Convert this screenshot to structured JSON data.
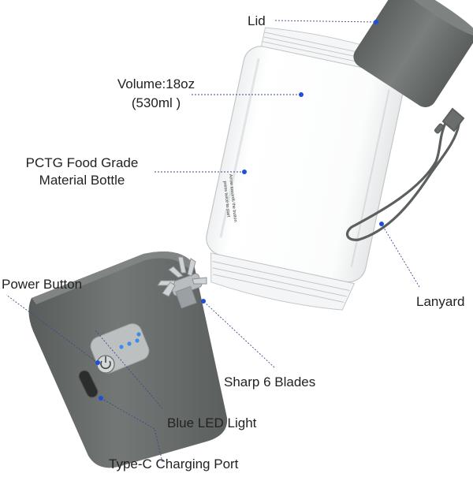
{
  "labels": {
    "lid": "Lid",
    "volume_line1": "Volume:18oz",
    "volume_line2": "(530ml )",
    "bottle_line1": "PCTG Food Grade",
    "bottle_line2": "Material Bottle",
    "power_button": "Power Button",
    "lanyard": "Lanyard",
    "blades": "Sharp 6 Blades",
    "led": "Blue LED Light",
    "charging_port": "Type-C Charging Port"
  },
  "bottle_print": {
    "line1": "Arrow towards the button",
    "line2": "press twice to start"
  },
  "colors": {
    "body_gray": "#6a6e6d",
    "lid_gray": "#6e7271",
    "pointer_blue": "#1f4fd8",
    "led_blue": "#3a8de8",
    "leader_line": "#3a4a8a"
  }
}
